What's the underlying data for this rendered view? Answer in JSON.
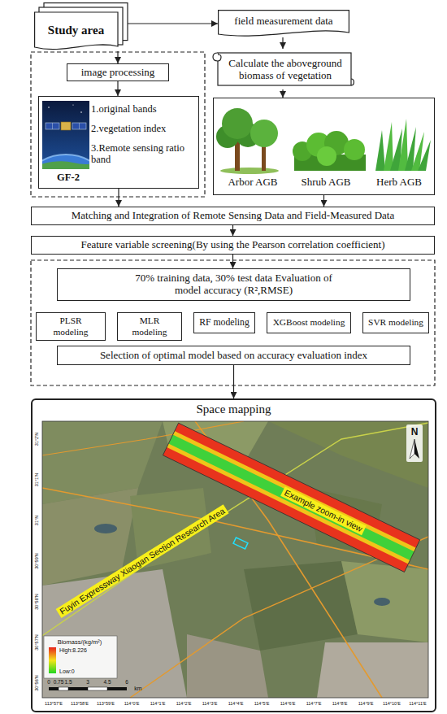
{
  "diagram": {
    "nodes": [
      {
        "text": [
          "Study area"
        ]
      },
      {
        "text": [
          "field measurement data"
        ]
      },
      {
        "text": [
          "Calculate the aboveground biomass of vegetation"
        ]
      },
      {
        "text": [
          "image processing"
        ]
      },
      {
        "text": [
          "1.original bands",
          "2.vegetation index",
          "3.Remote sensing ratio band",
          "GF-2"
        ]
      },
      {
        "text": [
          "Arbor AGB",
          "Shrub AGB",
          "Herb AGB"
        ]
      },
      {
        "text": [
          "Matching and Integration of Remote Sensing Data and Field-Measured Data"
        ]
      },
      {
        "text": [
          "Feature variable screening(By using the Pearson correlation coefficient)"
        ]
      },
      {
        "text": [
          "70% training data, 30% test data Evaluation of model accuracy (R²,RMSE)"
        ]
      },
      {
        "text": [
          "PLSR modeling"
        ]
      },
      {
        "text": [
          "MLR modeling"
        ]
      },
      {
        "text": [
          "RF modeling"
        ]
      },
      {
        "text": [
          "XGBoost modeling"
        ]
      },
      {
        "text": [
          "SVR modeling"
        ]
      },
      {
        "text": [
          "Selection of optimal model based on accuracy evaluation index"
        ]
      },
      {
        "text": [
          "Space mapping"
        ]
      }
    ],
    "edges": [
      {
        "from": 0,
        "to": 1,
        "arrow": "to"
      },
      {
        "from": 1,
        "to": 2,
        "arrow": "to"
      },
      {
        "from": 0,
        "to": 3,
        "arrow": "to"
      },
      {
        "from": 3,
        "to": 4,
        "arrow": "to"
      },
      {
        "from": 2,
        "to": 5,
        "arrow": "to"
      },
      {
        "from": 4,
        "to": 6,
        "arrow": "to"
      },
      {
        "from": 5,
        "to": 6,
        "arrow": "to"
      },
      {
        "from": 6,
        "to": 7,
        "arrow": "to"
      },
      {
        "from": 7,
        "to": 8,
        "arrow": "to"
      },
      {
        "from": 14,
        "to": 15,
        "arrow": "to"
      }
    ],
    "labels": [
      "Example zoom-in view",
      "Fuyin Expressway Xiaogan Section Research Area",
      "N",
      "Biomass/(kg/m²)",
      "0",
      "0.75",
      "1.5",
      "3",
      "4.5",
      "6",
      "km",
      "31°2'N",
      "31°1'N",
      "31°N",
      "30°59'N",
      "30°58'N",
      "30°57'N",
      "30°56'N",
      "113°57'E",
      "113°58'E",
      "113°59'E",
      "114°0'E",
      "114°1'E",
      "114°2'E",
      "114°3'E",
      "114°4'E",
      "114°5'E",
      "114°6'E",
      "114°7'E",
      "114°8'E",
      "114°9'E",
      "114°10'E",
      "114°11'E"
    ],
    "legend": [
      {
        "text": "High:8.226",
        "color": "#e8231b"
      },
      {
        "text": "Low:0",
        "color": "#1fd61f"
      }
    ]
  }
}
